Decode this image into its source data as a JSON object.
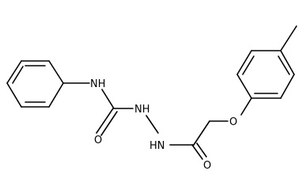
{
  "structure": {
    "atoms": {
      "nh_phenyl": "NH",
      "nh_hydrazide_top": "NH",
      "nh_hydrazide_bottom": "HN",
      "o_urea": "O",
      "o_ether": "O",
      "o_amide": "O"
    },
    "bond_color": "#000000",
    "background": "#ffffff"
  }
}
